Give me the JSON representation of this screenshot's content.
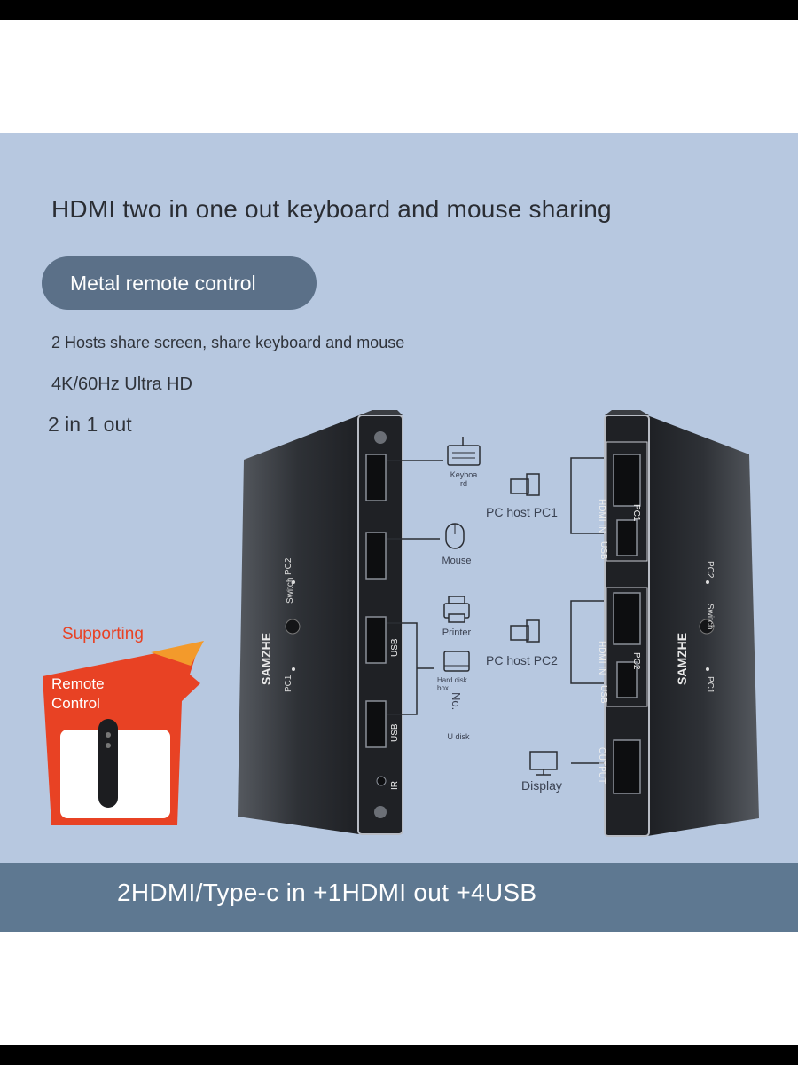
{
  "headline": "HDMI two in one out keyboard and mouse sharing",
  "pill_label": "Metal remote control",
  "features": [
    "2 Hosts share screen, share keyboard and mouse",
    "4K/60Hz Ultra HD",
    "2 in 1 out"
  ],
  "footer": "2HDMI/Type-c in +1HDMI out +4USB",
  "brand": "SAMZHE",
  "remote_badge": {
    "supporting": "Supporting",
    "remote_control": "Remote Control"
  },
  "left_device": {
    "switch_label": "Switch",
    "pc1_label": "PC1",
    "pc2_label": "PC2",
    "usb_label": "USB",
    "ir_label": "IR"
  },
  "peripherals": {
    "keyboard": "Keyboa rd",
    "mouse": "Mouse",
    "printer": "Printer",
    "hard_disk": "Hard disk box",
    "no": "No.",
    "u_disk": "U disk"
  },
  "hosts": {
    "pc1": "PC host PC1",
    "pc2": "PC host PC2",
    "display": "Display"
  },
  "right_device": {
    "hdmi_in": "HDMI IN",
    "pc1": "PC1",
    "pc2": "PC2",
    "usb": "USB",
    "output": "OUTPUT",
    "switch_label": "Switch",
    "pc1_label": "PC1",
    "pc2_label": "PC2"
  },
  "colors": {
    "panel_bg": "#b7c8e0",
    "pill_bg": "#5b7088",
    "footer_bg": "#5e7891",
    "accent_red": "#e84224",
    "device_dark": "#2b2e33"
  }
}
